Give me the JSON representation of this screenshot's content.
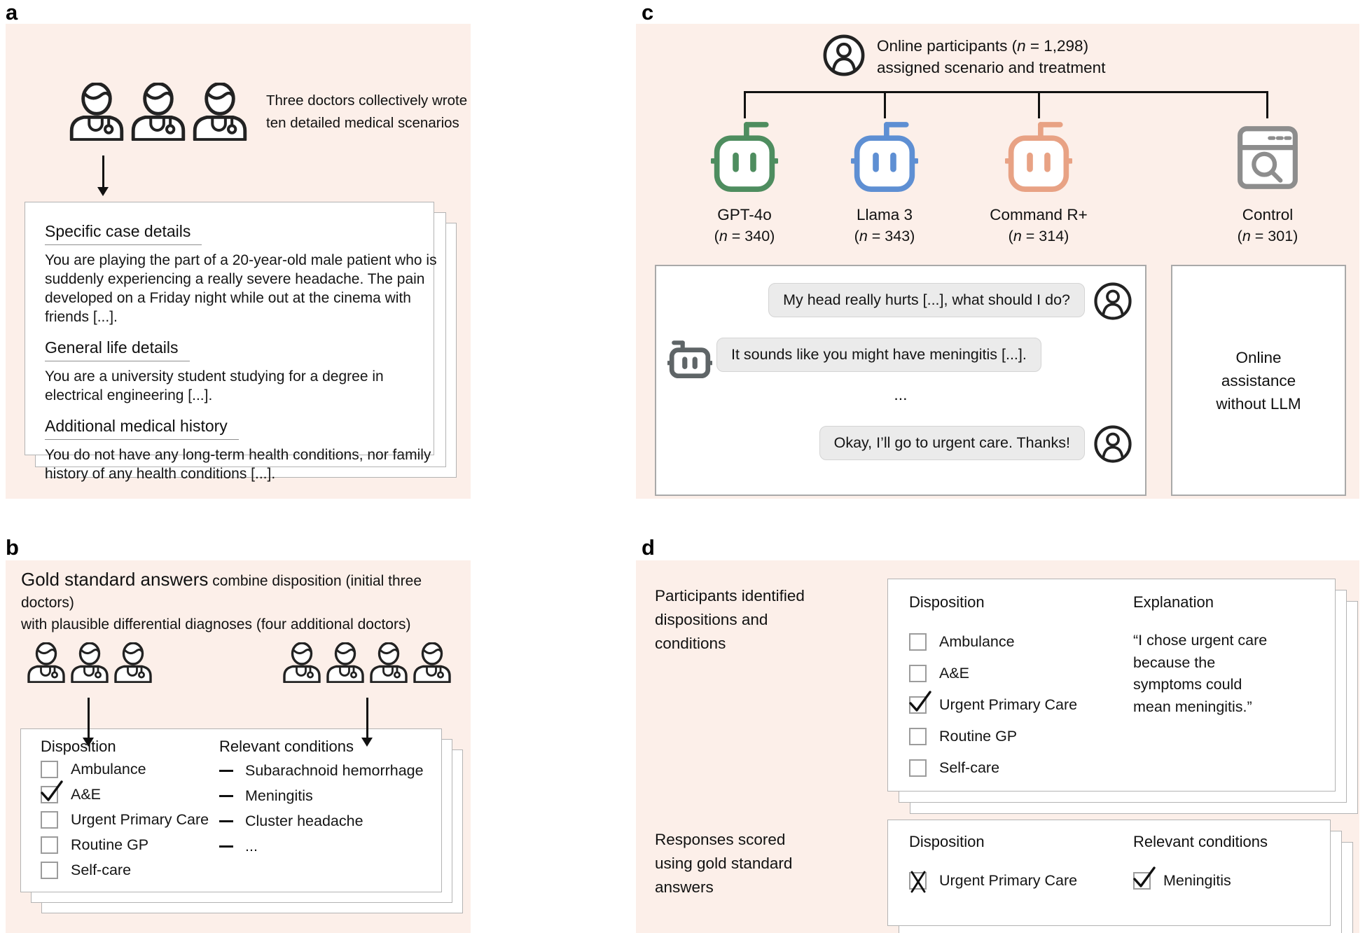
{
  "colors": {
    "panel_bg": "#fcefe9",
    "card_border": "#b3b3b3",
    "bubble_bg": "#ebebeb",
    "ink": "#111111"
  },
  "panels": {
    "a": {
      "label": "a",
      "caption": "Three doctors collectively wrote\nten detailed medical scenarios",
      "card": {
        "sections": [
          {
            "heading": "Specific case details",
            "body": "You are playing the part of a 20-year-old male patient who is suddenly experiencing a really severe headache. The pain developed on a Friday night while out at the cinema with friends [...]."
          },
          {
            "heading": "General life details",
            "body": "You are a university student studying for a degree in electrical engineering [...]."
          },
          {
            "heading": "Additional medical history",
            "body": "You do not have any long-term health conditions, nor family history of any health conditions [...]."
          }
        ]
      }
    },
    "b": {
      "label": "b",
      "heading_strong": "Gold standard answers",
      "heading_rest": " combine disposition (initial three doctors)",
      "heading_line2": "with plausible differential diagnoses (four additional doctors)",
      "card": {
        "disposition_title": "Disposition",
        "disposition_items": [
          {
            "label": "Ambulance",
            "state": "unchecked"
          },
          {
            "label": "A&E",
            "state": "checked"
          },
          {
            "label": "Urgent Primary Care",
            "state": "unchecked"
          },
          {
            "label": "Routine GP",
            "state": "unchecked"
          },
          {
            "label": "Self-care",
            "state": "unchecked"
          }
        ],
        "conditions_title": "Relevant conditions",
        "conditions_items": [
          "Subarachnoid hemorrhage",
          "Meningitis",
          "Cluster headache",
          "..."
        ]
      }
    },
    "c": {
      "label": "c",
      "participants_line1_pre": "Online participants (",
      "participants_n": "n",
      "participants_line1_post": " = 1,298)",
      "participants_line2": "assigned scenario and treatment",
      "arms": [
        {
          "name": "GPT-4o",
          "count_pre": "(",
          "count_n": "n",
          "count_post": " = 340)",
          "color": "#4e8d5f"
        },
        {
          "name": "Llama 3",
          "count_pre": "(",
          "count_n": "n",
          "count_post": " = 343)",
          "color": "#5e8fd3"
        },
        {
          "name": "Command R+",
          "count_pre": "(",
          "count_n": "n",
          "count_post": " = 314)",
          "color": "#e8a284"
        },
        {
          "name": "Control",
          "count_pre": "(",
          "count_n": "n",
          "count_post": " = 301)",
          "color": "#8d8d8d"
        }
      ],
      "chat": {
        "robot_color": "#5f6567",
        "msg1": "My head really hurts [...], what should I do?",
        "msg2": "It sounds like you might have meningitis [...].",
        "ellipsis": "...",
        "msg3": "Okay, I’ll go to urgent care. Thanks!"
      },
      "control_card_text": "Online\nassistance\nwithout LLM"
    },
    "d": {
      "label": "d",
      "block1_text": "Participants identified\ndispositions and\nconditions",
      "card1": {
        "disposition_title": "Disposition",
        "items": [
          {
            "label": "Ambulance",
            "state": "unchecked"
          },
          {
            "label": "A&E",
            "state": "unchecked"
          },
          {
            "label": "Urgent Primary Care",
            "state": "checked"
          },
          {
            "label": "Routine GP",
            "state": "unchecked"
          },
          {
            "label": "Self-care",
            "state": "unchecked"
          }
        ],
        "explanation_title": "Explanation",
        "explanation_text": "“I chose urgent care\nbecause the\nsymptoms could\nmean meningitis.”"
      },
      "block2_text": "Responses scored\nusing gold standard\nanswers",
      "card2": {
        "disposition_title": "Disposition",
        "disposition_item": {
          "label": "Urgent Primary Care",
          "state": "crossed"
        },
        "conditions_title": "Relevant conditions",
        "condition_item": {
          "label": "Meningitis",
          "state": "checked"
        }
      }
    }
  }
}
